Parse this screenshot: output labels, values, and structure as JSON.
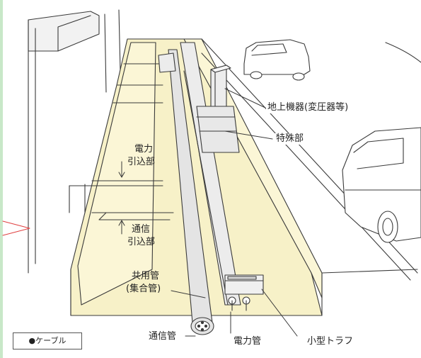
{
  "labels": {
    "ground_equipment": "地上機器(変圧器等)",
    "special_section": "特殊部",
    "power_lead_in_1": "電力",
    "power_lead_in_2": "引込部",
    "comm_lead_in_1": "通信",
    "comm_lead_in_2": "引込部",
    "shared_pipe_1": "共用管",
    "shared_pipe_2": "(集合管)",
    "comm_pipe": "通信管",
    "power_pipe": "電力管",
    "small_trough": "小型トラフ",
    "legend_cable": "●ケーブル"
  },
  "colors": {
    "line": "#3a3a3a",
    "trench_floor": "#f7f1c8",
    "trench_highlight": "#fbf6d6",
    "building": "#f2f2f2",
    "green_border": "#c8e8c8",
    "pipe": "#e4e4e4"
  }
}
